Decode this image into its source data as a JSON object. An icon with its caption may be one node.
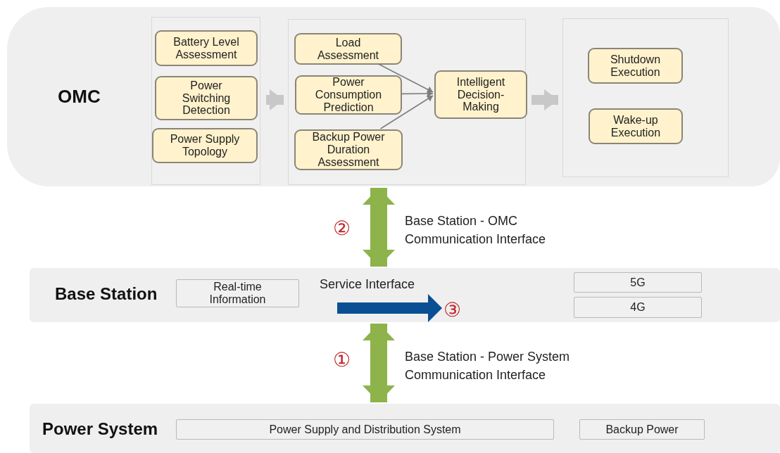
{
  "diagram": {
    "nodes": [
      {
        "text": [
          "OMC"
        ]
      },
      {
        "text": [],
        "shape": "box",
        "in": 0
      },
      {
        "text": [
          "Battery Level Assessment"
        ],
        "in": 1
      },
      {
        "text": [
          "Power Switching Detection"
        ],
        "in": 1
      },
      {
        "text": [
          "Power Supply Topology"
        ],
        "in": 1
      },
      {
        "text": [],
        "shape": "box",
        "in": 0
      },
      {
        "text": [
          "Load Assessment"
        ],
        "in": 5
      },
      {
        "text": [
          "Power Consumption Prediction"
        ],
        "in": 5
      },
      {
        "text": [
          "Backup Power Duration Assessment"
        ],
        "in": 5
      },
      {
        "text": [
          "Intelligent Decision-Making"
        ],
        "in": 5
      },
      {
        "text": [],
        "shape": "box",
        "in": 0
      },
      {
        "text": [
          "Shutdown Execution"
        ],
        "in": 10
      },
      {
        "text": [
          "Wake-up Execution"
        ],
        "in": 10
      },
      {
        "text": [
          "Base Station"
        ]
      },
      {
        "text": [
          "Real-time Information"
        ],
        "in": 13
      },
      {
        "text": [
          "5G"
        ],
        "in": 13
      },
      {
        "text": [
          "4G"
        ],
        "in": 13
      },
      {
        "text": [
          "Power System"
        ]
      },
      {
        "text": [
          "Power Supply and Distribution System"
        ],
        "in": 17
      },
      {
        "text": [
          "Backup Power"
        ],
        "in": 17
      }
    ],
    "edges": [
      {
        "from": 1,
        "to": 5,
        "arrow": "to",
        "color": "#c8c8c8"
      },
      {
        "from": 6,
        "to": 9,
        "arrow": "to"
      },
      {
        "from": 7,
        "to": 9,
        "arrow": "to"
      },
      {
        "from": 8,
        "to": 9,
        "arrow": "to"
      },
      {
        "from": 5,
        "to": 10,
        "arrow": "to",
        "color": "#c8c8c8"
      },
      {
        "from": 13,
        "to": 0,
        "arrow": "both",
        "label": "Base Station - OMC Communication Interface",
        "color": "#8db34a"
      },
      {
        "from": 13,
        "to": 17,
        "arrow": "both",
        "label": "Base Station - Power System Communication Interface",
        "color": "#8db34a"
      }
    ],
    "labels": [
      "②",
      "Service Interface",
      "③",
      "①"
    ]
  }
}
